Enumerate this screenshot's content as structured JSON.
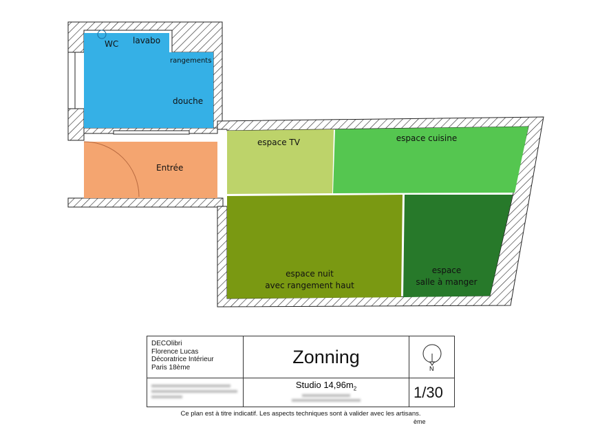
{
  "plan": {
    "zones": [
      {
        "id": "bathroom",
        "labels": [
          "WC",
          "lavabo",
          "rangements",
          "douche"
        ],
        "color": "#35b0e6"
      },
      {
        "id": "entree",
        "labels": [
          "Entrée"
        ],
        "color": "#f4a570"
      },
      {
        "id": "tv",
        "labels": [
          "espace TV"
        ],
        "color": "#bdd36a"
      },
      {
        "id": "cuisine",
        "labels": [
          "espace cuisine"
        ],
        "color": "#55c650"
      },
      {
        "id": "nuit",
        "labels": [
          "espace nuit",
          "avec rangement haut"
        ],
        "color": "#7a9912"
      },
      {
        "id": "salle",
        "labels": [
          "espace",
          "salle à manger"
        ],
        "color": "#27792a"
      }
    ]
  },
  "cartouche": {
    "author": [
      "DECOlibri",
      "Florence Lucas",
      "Décoratrice Intérieur",
      "Paris 18ème"
    ],
    "title": "Zonning",
    "north": "N",
    "studio": "Studio 14,96m",
    "studio_sup": "2",
    "scale": "1/30",
    "scale_suffix": "ème"
  },
  "note": "Ce plan est à titre indicatif. Les aspects techniques sont à valider avec les artisans."
}
